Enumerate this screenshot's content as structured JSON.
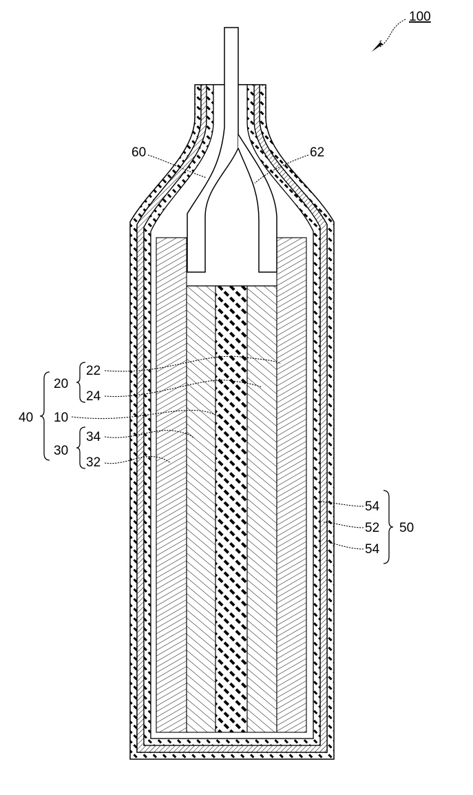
{
  "figure": {
    "assembly_ref": "100",
    "labels": {
      "lead_left": "60",
      "lead_right": "62",
      "electrode_group_40": "40",
      "electrode_20": "20",
      "layer_22": "22",
      "layer_24": "24",
      "separator_10": "10",
      "electrode_30": "30",
      "layer_34": "34",
      "layer_32": "32",
      "casing_50": "50",
      "film_54_top": "54",
      "film_52": "52",
      "film_54_bottom": "54"
    }
  }
}
